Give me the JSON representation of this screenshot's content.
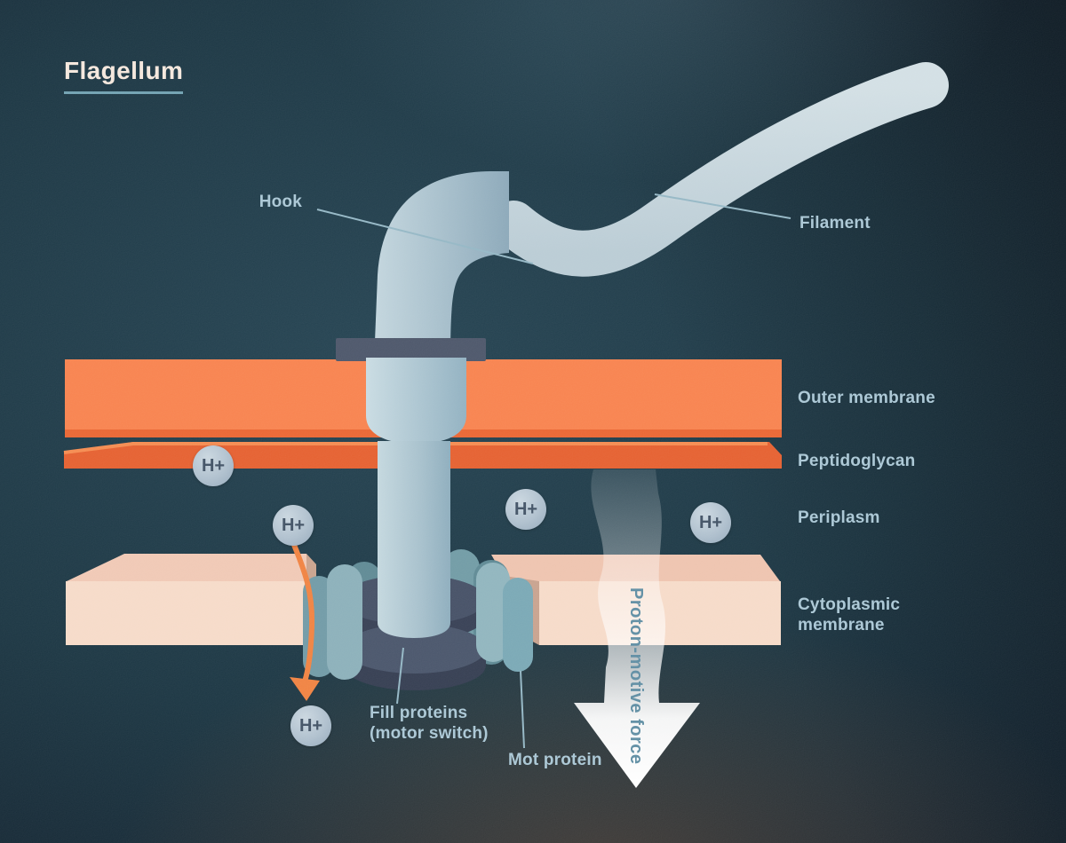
{
  "title": "Flagellum",
  "labels": {
    "hook": "Hook",
    "filament": "Filament",
    "outer_membrane": "Outer membrane",
    "peptidoglycan": "Peptidoglycan",
    "periplasm": "Periplasm",
    "cytoplasmic_membrane_1": "Cytoplasmic",
    "cytoplasmic_membrane_2": "membrane",
    "fill_proteins_1": "Fill proteins",
    "fill_proteins_2": "(motor switch)",
    "mot_protein": "Mot protein",
    "proton_motive_force": "Proton-motive force"
  },
  "ions": [
    "H+",
    "H+",
    "H+",
    "H+",
    "H+"
  ],
  "colors": {
    "outer_membrane_orange": "#f8814c",
    "peptidoglycan_orange": "#e55e2d",
    "proton_arrow_orange": "#f0813f",
    "membrane_pink": "#f6dac8",
    "label_blue": "#a9c6d4",
    "title_cream": "#f4e7dc",
    "rod_steel_blue": "#a9c3cf",
    "motor_navy": "#3c475d",
    "pmf_arrow_white": "#ffffff"
  }
}
